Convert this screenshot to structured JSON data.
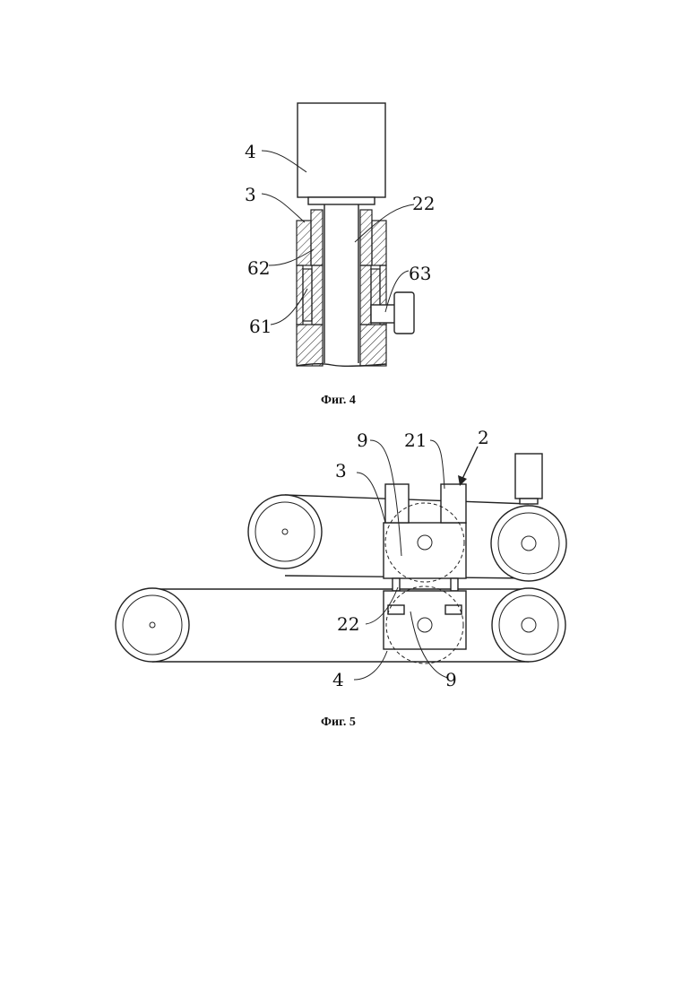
{
  "figures": [
    {
      "caption": "Фиг. 4",
      "labels": [
        "4",
        "3",
        "22",
        "62",
        "63",
        "61"
      ]
    },
    {
      "caption": "Фиг. 5",
      "labels": [
        "9",
        "21",
        "2",
        "3",
        "22",
        "4",
        "9"
      ]
    }
  ]
}
